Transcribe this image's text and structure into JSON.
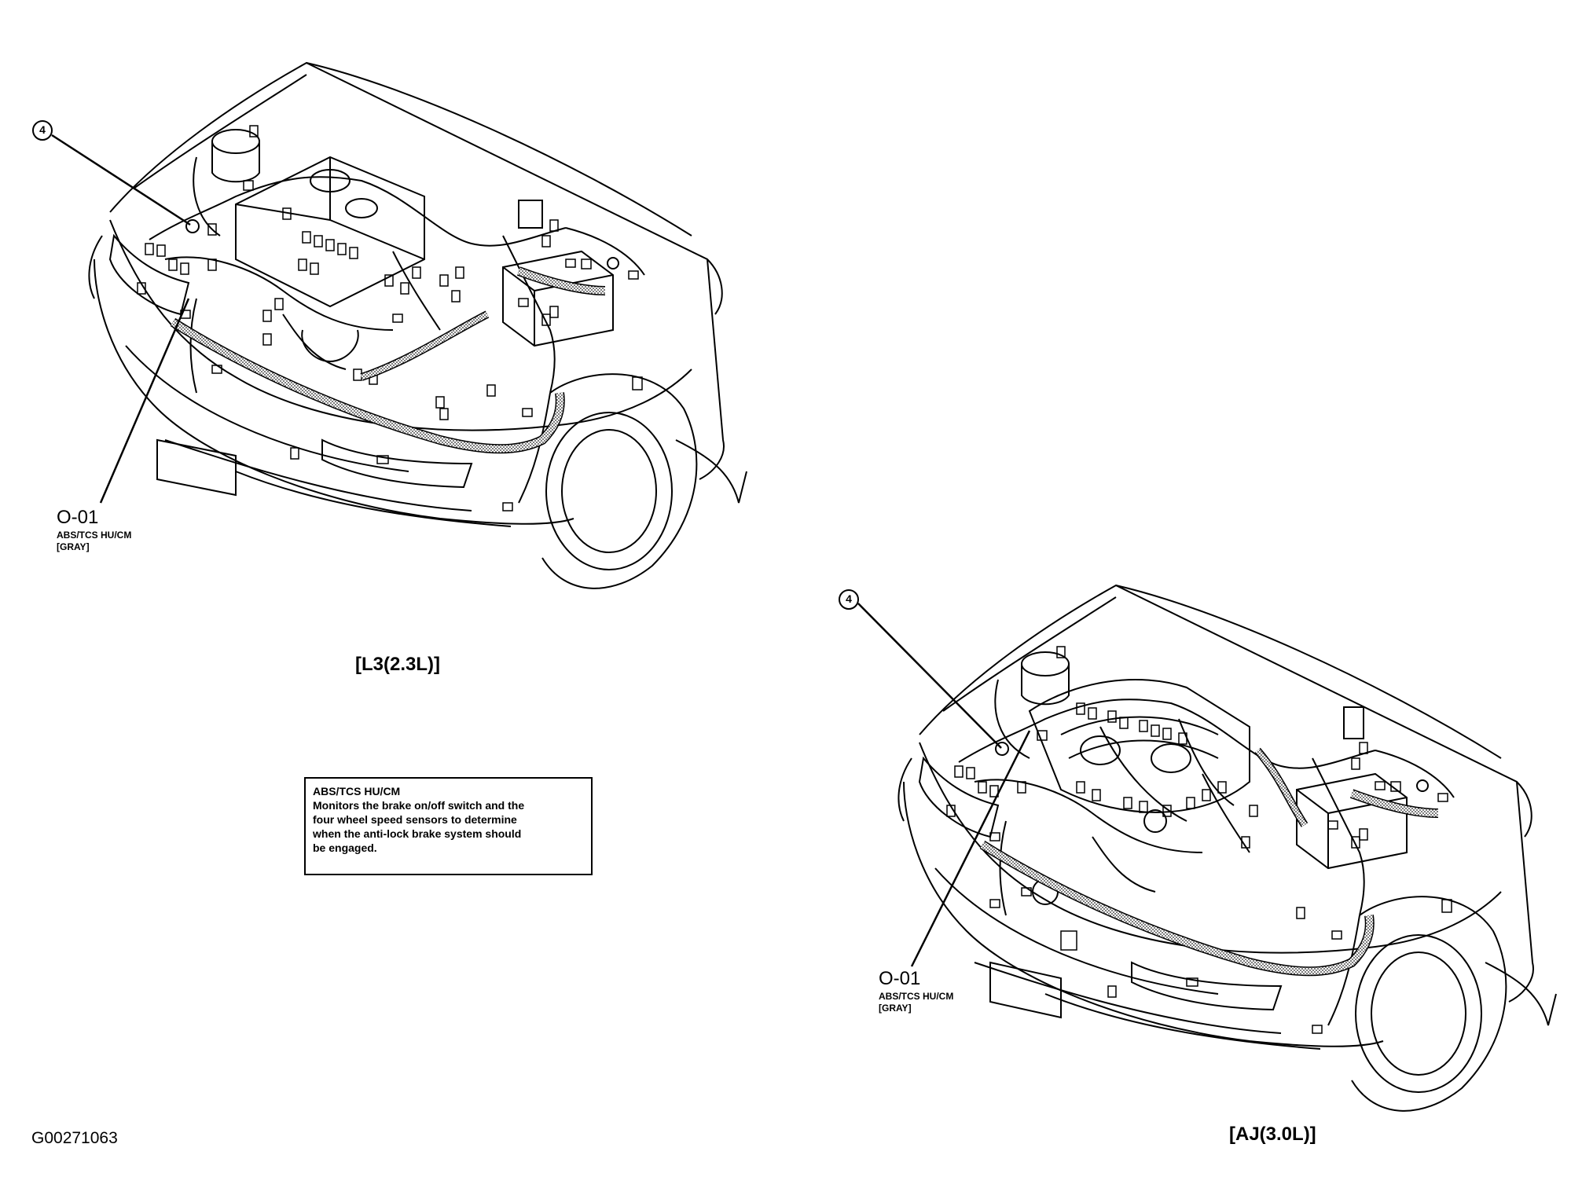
{
  "diagrams": [
    {
      "caption": "[L3(2.3L)]",
      "callout_number": "4",
      "connector_code": "O-01",
      "connector_name": "ABS/TCS HU/CM",
      "connector_color": "[GRAY]"
    },
    {
      "caption": "[AJ(3.0L)]",
      "callout_number": "4",
      "connector_code": "O-01",
      "connector_name": "ABS/TCS HU/CM",
      "connector_color": "[GRAY]"
    }
  ],
  "info_box": {
    "title": "ABS/TCS HU/CM",
    "lines": [
      "Monitors the brake on/off switch and the",
      "four wheel speed sensors to determine",
      "when the anti-lock brake system should",
      "be engaged."
    ]
  },
  "figure_id": "G00271063"
}
